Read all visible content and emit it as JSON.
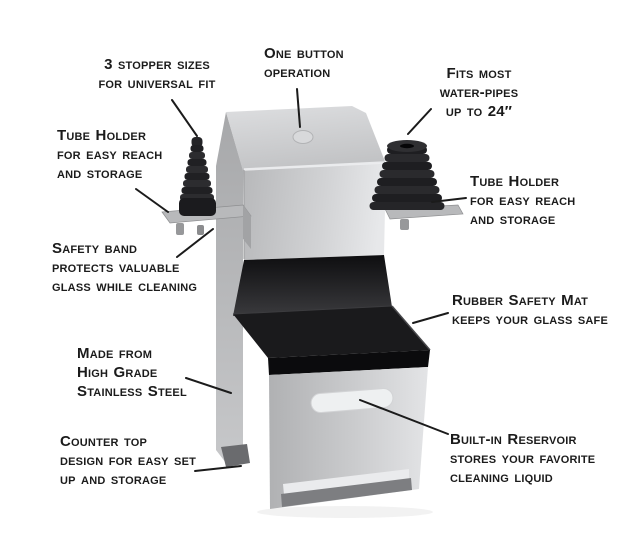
{
  "diagram_title": "Water-pipe cleaner product feature diagram",
  "colors": {
    "background": "#ffffff",
    "text": "#1b1b1b",
    "leader_line": "#1b1b1b",
    "body_steel_light": "#d3d4d6",
    "body_steel_dark": "#a8a9ab",
    "rubber_black": "#161618",
    "base_gray": "#7d7e81"
  },
  "labels": {
    "stopper_sizes": {
      "lines": [
        "3 stopper sizes",
        "for universal fit"
      ]
    },
    "one_button": {
      "lines": [
        "One button",
        "operation"
      ]
    },
    "fits_most": {
      "lines": [
        "Fits most",
        "water-pipes",
        "up to 24″"
      ]
    },
    "tube_holder_left": {
      "lines": [
        "Tube Holder",
        "for easy reach",
        "and storage"
      ]
    },
    "safety_band": {
      "lines": [
        "Safety band",
        "protects valuable",
        "glass while cleaning"
      ]
    },
    "tube_holder_right": {
      "lines": [
        "Tube Holder",
        "for easy reach",
        "and storage"
      ]
    },
    "rubber_mat": {
      "lines": [
        "Rubber Safety Mat",
        "keeps your glass safe"
      ]
    },
    "made_from": {
      "lines": [
        "Made from",
        "High Grade",
        "Stainless Steel"
      ]
    },
    "counter_top": {
      "lines": [
        "Counter top",
        "design for easy set",
        "up and storage"
      ]
    },
    "built_in": {
      "lines": [
        "Built-in Reservoir",
        "stores your favorite",
        "cleaning liquid"
      ]
    }
  }
}
